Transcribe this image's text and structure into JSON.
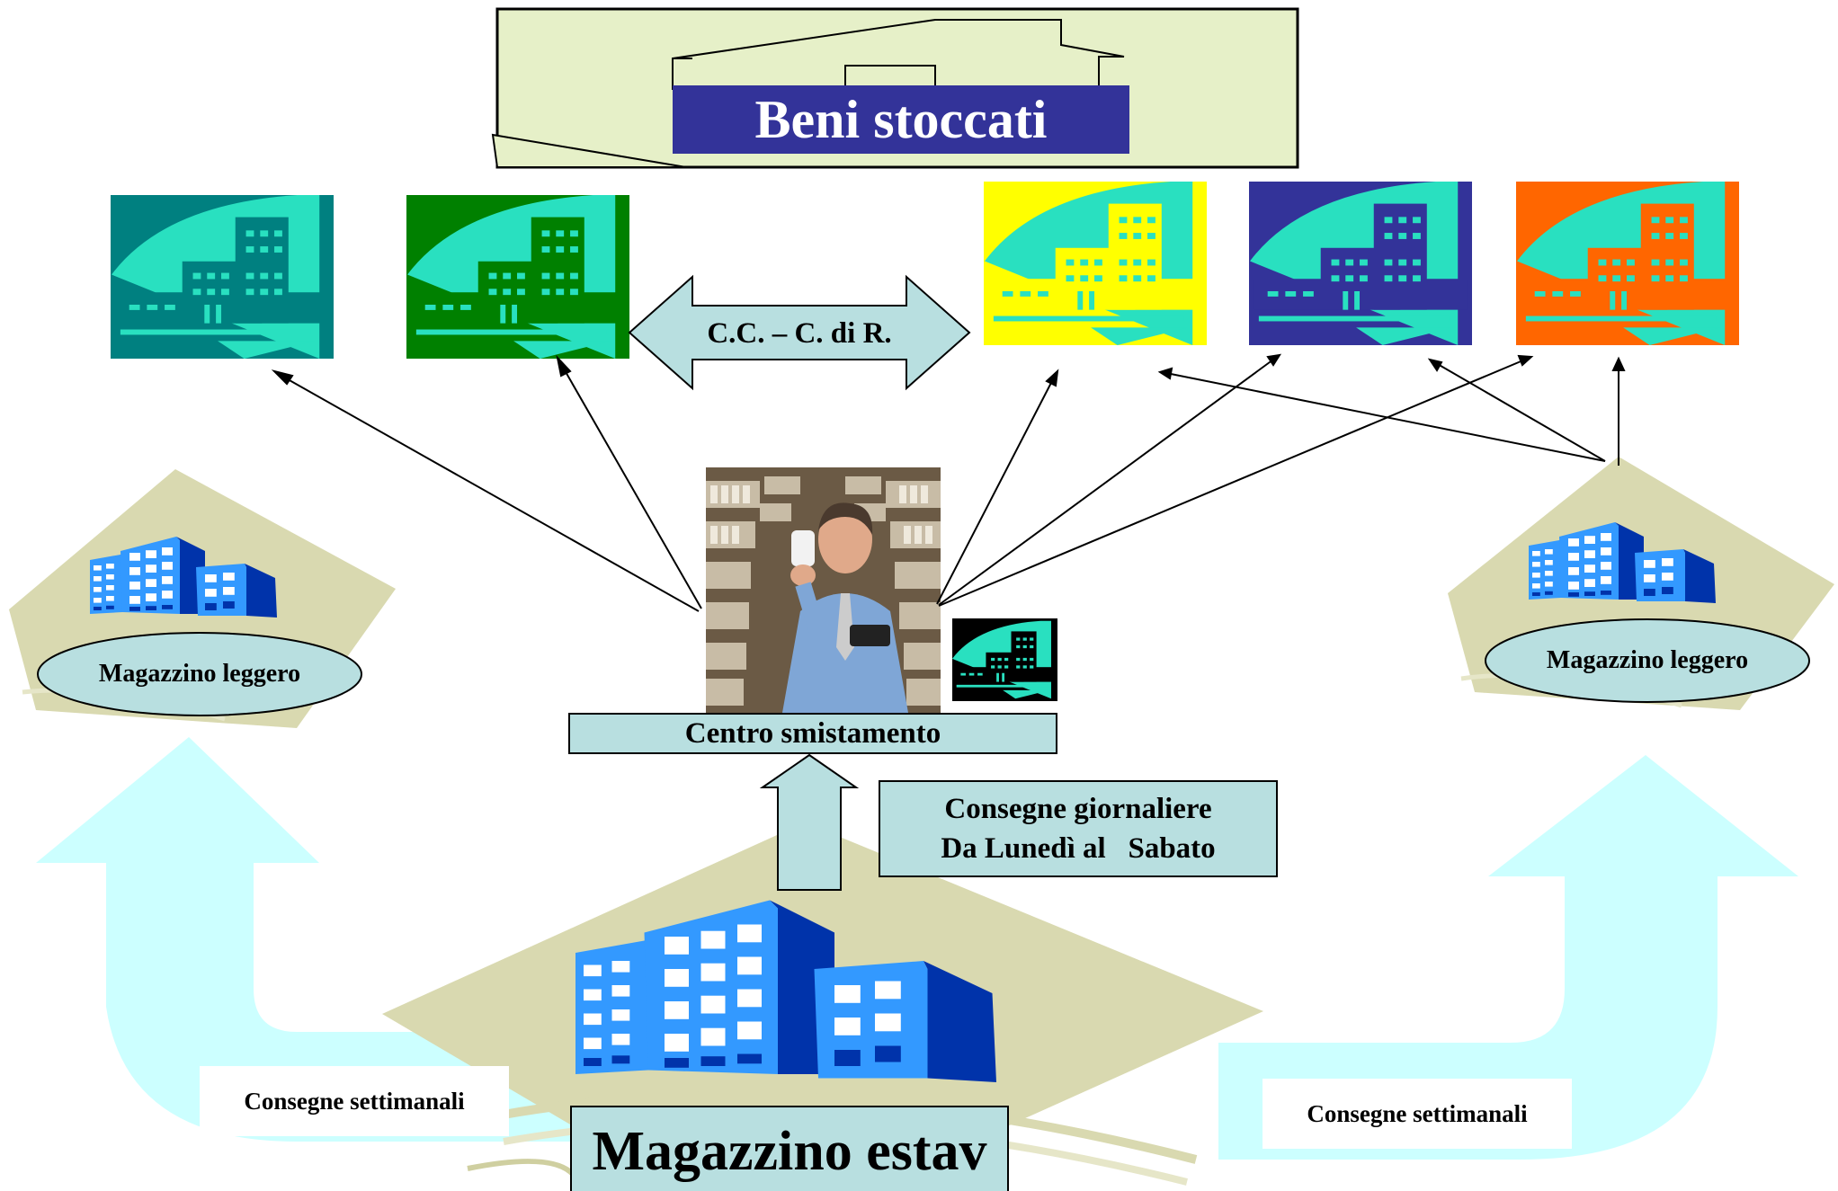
{
  "labels": {
    "beni_stoccati": "Beni stoccati",
    "cc_cdir": "C.C. – C. di R.",
    "magazzino_leggero_left": "Magazzino leggero",
    "magazzino_leggero_right": "Magazzino leggero",
    "centro_smistamento": "Centro smistamento",
    "consegne_giornaliere_line1": "Consegne giornaliere",
    "consegne_giornaliere_line2": "Da Lunedì al   Sabato",
    "consegne_settimanali_left": "Consegne settimanali",
    "consegne_settimanali_right": "Consegne settimanali",
    "magazzino_estav": "Magazzino estav"
  },
  "colors": {
    "accent_turquoise": "#29e0c0",
    "hospital_teal": "#008080",
    "hospital_green": "#008000",
    "hospital_yellow": "#ffff00",
    "hospital_indigo": "#333399",
    "hospital_orange": "#ff6600",
    "building_blue": "#3399ff",
    "building_dark_blue": "#0033aa",
    "label_box_fill": "#b8dfe0",
    "title_box_fill": "#333399",
    "warehouse_fill": "#e6f0c8",
    "big_arrow_fill": "#ccffff",
    "diamond_fill": "#d9d9b0"
  },
  "icons": {
    "hospital": "hospital-building-icon",
    "office_buildings": "office-buildings-icon",
    "pharmacist_photo": "pharmacist-photo"
  }
}
